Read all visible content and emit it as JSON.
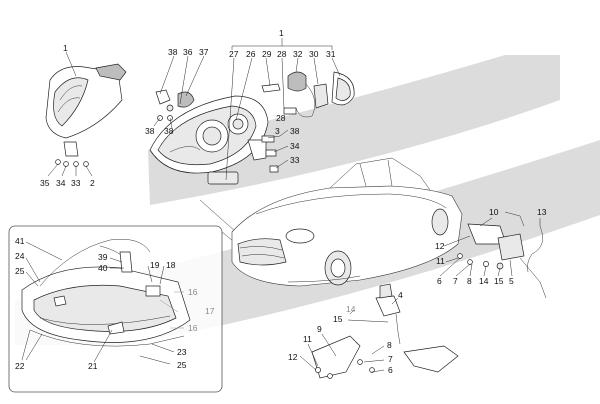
{
  "callouts": {
    "c1_left": "1",
    "c1_top": "1",
    "c2": "2",
    "c3": "3",
    "c4": "4",
    "c5": "5",
    "c6_right": "6",
    "c6_bottom": "6",
    "c7_right": "7",
    "c7_bottom": "7",
    "c8_right": "8",
    "c8_bottom": "8",
    "c9": "9",
    "c10": "10",
    "c11_right": "11",
    "c11_bottom": "11",
    "c12_right": "12",
    "c12_bottom": "12",
    "c13": "13",
    "c14_right": "14",
    "c14_center": "14",
    "c15_right": "15",
    "c15_center": "15",
    "c16_a": "16",
    "c16_b": "16",
    "c17": "17",
    "c18": "18",
    "c19": "19",
    "c21": "21",
    "c22": "22",
    "c23": "23",
    "c24": "24",
    "c25_left": "25",
    "c25_bottom": "25",
    "c26": "26",
    "c27": "27",
    "c28_top": "28",
    "c28_mid": "28",
    "c29": "29",
    "c30": "30",
    "c31": "31",
    "c32": "32",
    "c33_left": "33",
    "c33_mid": "33",
    "c34_left": "34",
    "c34_mid": "34",
    "c35": "35",
    "c36": "36",
    "c37": "37",
    "c38_a": "38",
    "c38_b": "38",
    "c38_c": "38",
    "c38_d": "38",
    "c39": "39",
    "c40": "40",
    "c41": "41"
  },
  "colors": {
    "band": "#dcdcdc",
    "line": "#222222",
    "grey_label": "#8a8a8a"
  }
}
